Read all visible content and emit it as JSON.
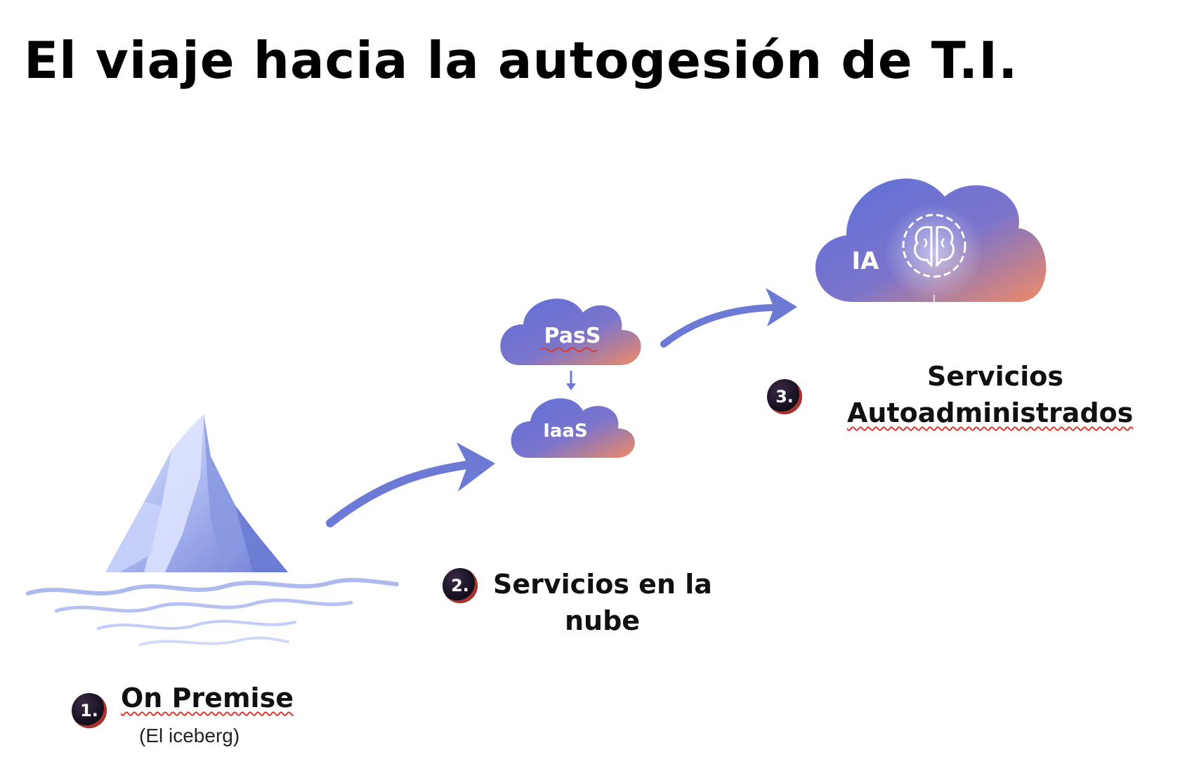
{
  "title": "El viaje hacia la autogesión de T.I.",
  "steps": [
    {
      "number": "1.",
      "label": "On Premise",
      "sublabel": "(El iceberg)"
    },
    {
      "number": "2.",
      "label_line1": "Servicios en la",
      "label_line2": "nube"
    },
    {
      "number": "3.",
      "label_line1": "Servicios",
      "label_line2": "Autoadministrados"
    }
  ],
  "clouds": {
    "top": "PasS",
    "bottom": "IaaS",
    "ai": "IA"
  },
  "colors": {
    "cloud_blue": "#5b6fd4",
    "cloud_orange": "#ea8a6a",
    "arrow": "#6c7ad6",
    "iceberg": "#aebbf0",
    "badge_accent": "#c0392b"
  }
}
